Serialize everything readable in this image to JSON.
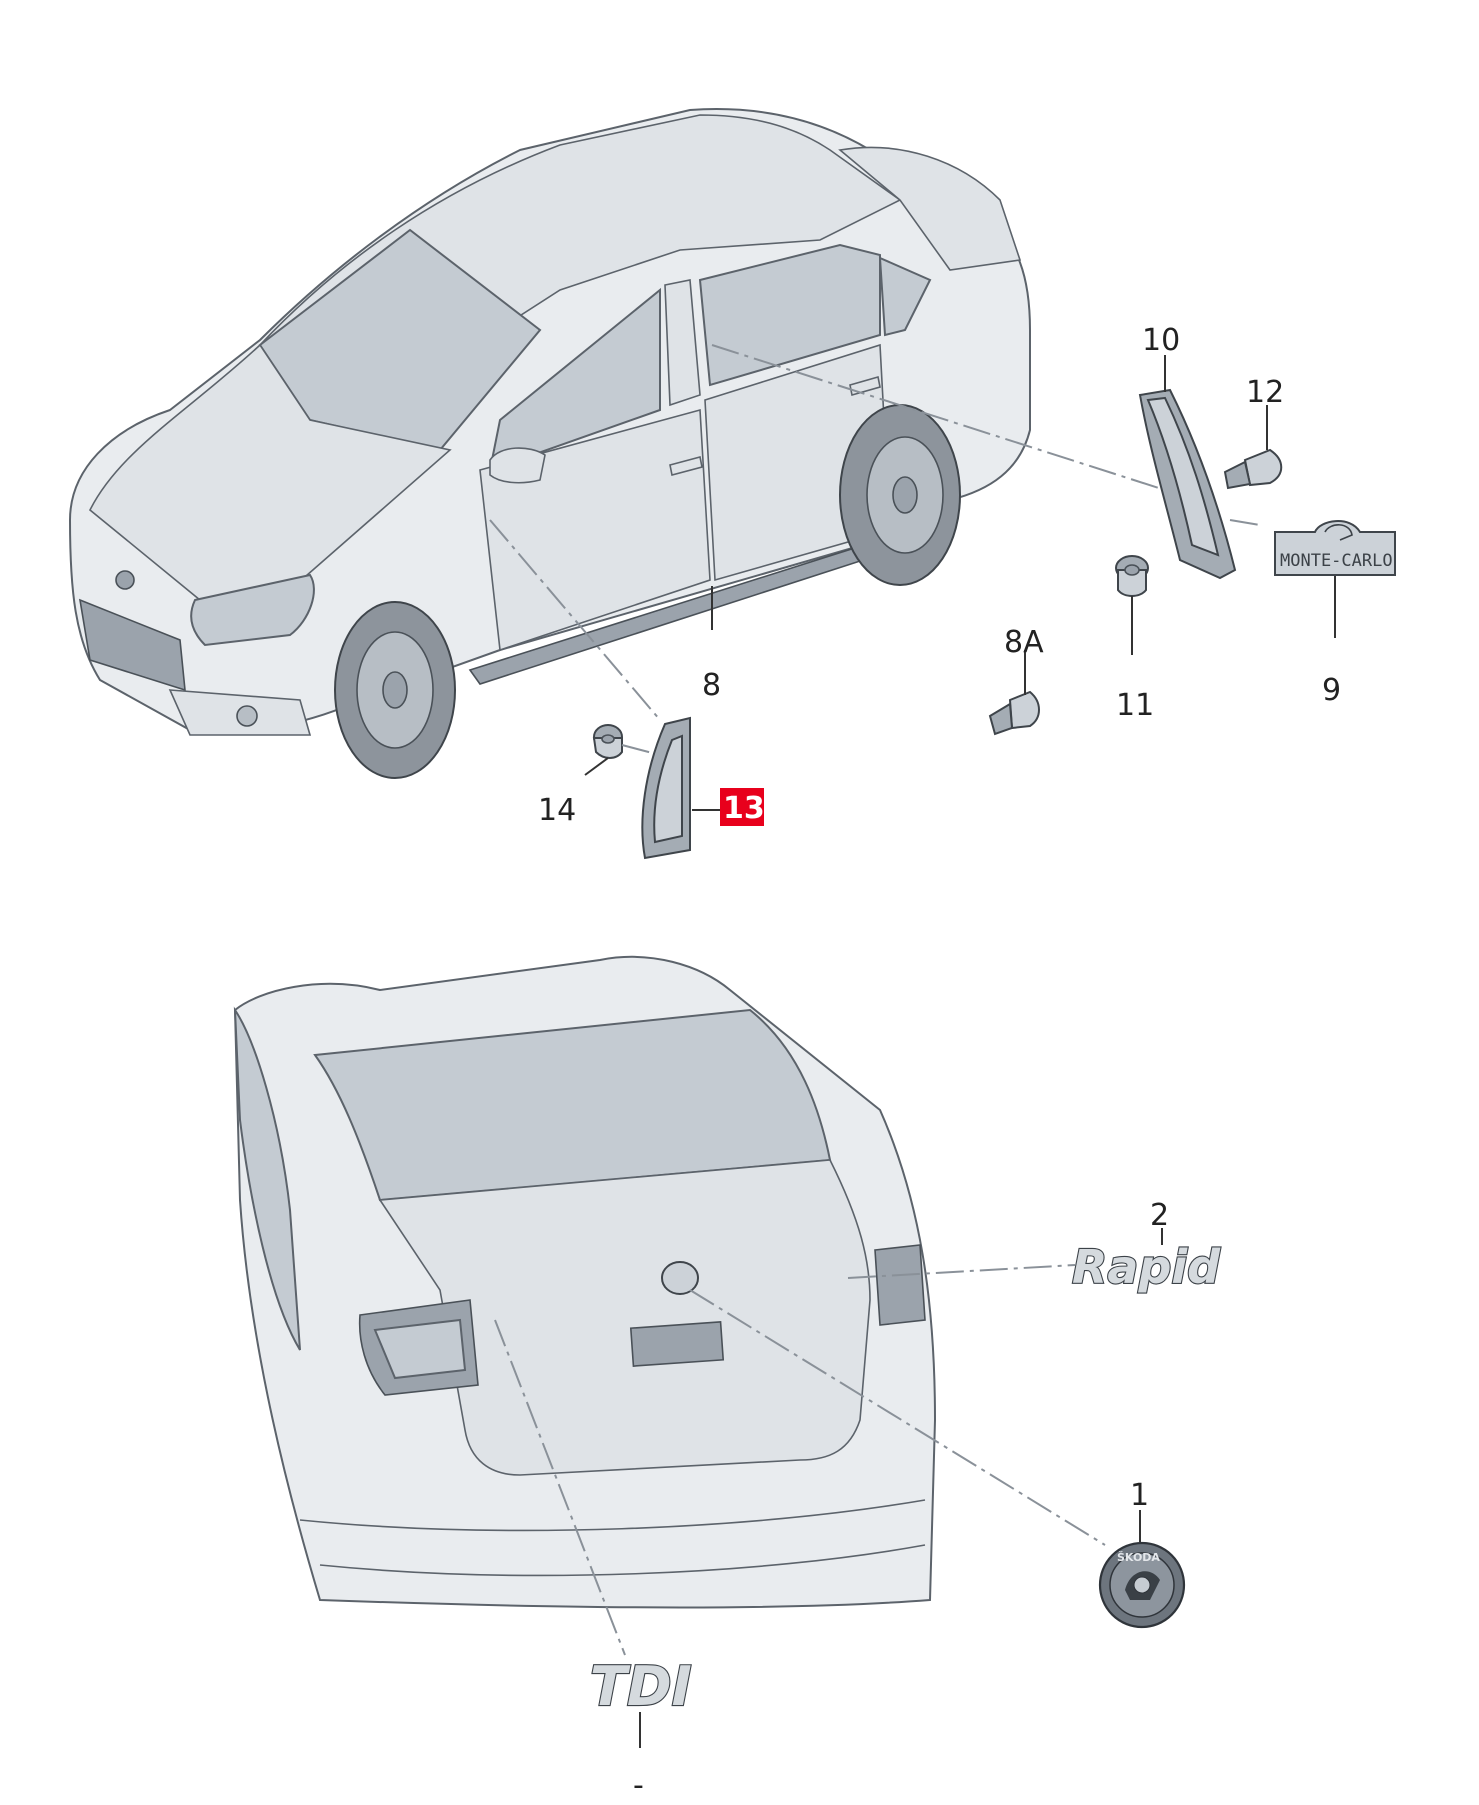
{
  "callouts": {
    "c1": "1",
    "c2": "2",
    "c8": "8",
    "c8a": "8A",
    "c9": "9",
    "c10": "10",
    "c11": "11",
    "c12": "12",
    "c13": "13",
    "c14": "14",
    "c_bottom": "-"
  },
  "emblems": {
    "rapid": "Rapid",
    "tdi": "TDI",
    "monte_carlo": "MONTE-CARLO",
    "skoda_ring": "ŠKODA"
  },
  "colors": {
    "highlight": "#e8001c",
    "car_body": "#e9ecef",
    "glass": "#c4cbd2",
    "outline": "#5c636b"
  },
  "icons": {
    "clip": "clip-icon",
    "nut": "nut-icon",
    "logo": "skoda-logo-icon"
  }
}
